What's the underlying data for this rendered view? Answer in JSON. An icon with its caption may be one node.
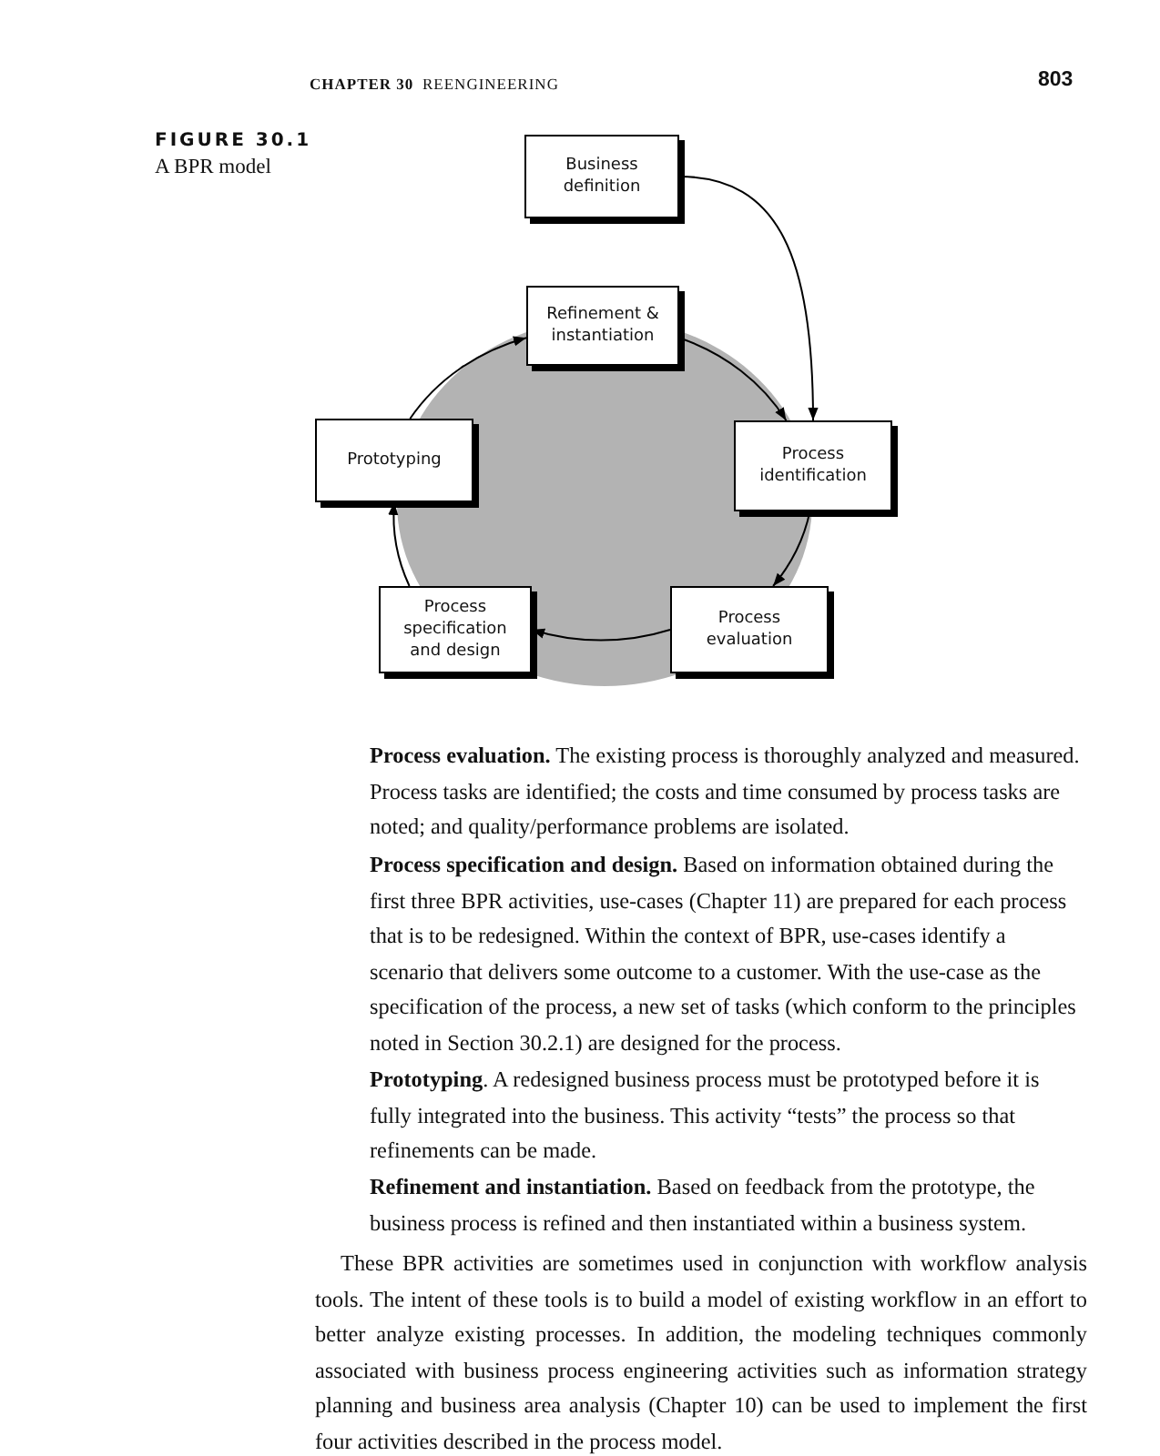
{
  "diagram": {
    "title": "FIGURE 30.1",
    "caption": "A BPR model",
    "nodes": [
      {
        "text": [
          "Business definition"
        ]
      },
      {
        "text": [
          "Refinement & instantiation"
        ]
      },
      {
        "text": [
          "Prototyping"
        ]
      },
      {
        "text": [
          "Process identification"
        ]
      },
      {
        "text": [
          "Process specification and design"
        ]
      },
      {
        "text": [
          "Process evaluation"
        ]
      }
    ],
    "edges": [
      {
        "from": 0,
        "to": 3,
        "arrow": "to"
      },
      {
        "from": 1,
        "to": 3,
        "arrow": "to"
      },
      {
        "from": 3,
        "to": 5,
        "arrow": "to"
      },
      {
        "from": 5,
        "to": 4,
        "arrow": "to"
      },
      {
        "from": 4,
        "to": 2,
        "arrow": "to"
      },
      {
        "from": 2,
        "to": 1,
        "arrow": "to"
      }
    ],
    "labels": [
      "CHAPTER 30",
      "REENGINEERING",
      "803",
      "**Process evaluation.** The existing process is thoroughly analyzed and measured. Process tasks are identified; the costs and time consumed by process tasks are noted; and quality/performance problems are isolated.",
      "**Process specification and design.** Based on information obtained during the first three BPR activities, use-cases (Chapter 11) are prepared for each process that is to be redesigned. Within the context of BPR, use-cases identify a scenario that delivers some outcome to a customer. With the use-case as the specification of the process, a new set of tasks (which conform to the principles noted in Section 30.2.1) are designed for the process.",
      "**Prototyping**. A redesigned business process must be prototyped before it is fully integrated into the business. This activity “tests” the process so that refinements can be made.",
      "**Refinement and instantiation.** Based on feedback from the prototype, the business process is refined and then instantiated within a business system.",
      "These BPR activities are sometimes used in conjunction with workflow analysis tools. The intent of these tools is to build a model of existing workflow in an effort to better analyze existing processes. In addition, the modeling techniques commonly associated with business process engineering activities such as information strategy planning and business area analysis (Chapter 10) can be used to implement the first four activities described in the process model."
    ]
  }
}
